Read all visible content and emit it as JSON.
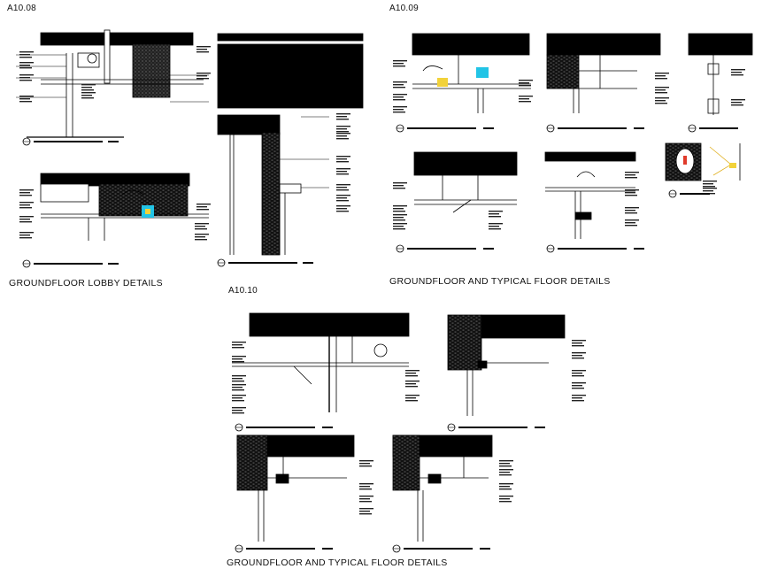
{
  "sheets": [
    {
      "code": "A10.08",
      "title": "GROUNDFLOOR LOBBY DETAILS"
    },
    {
      "code": "A10.09",
      "title": "GROUNDFLOOR AND TYPICAL FLOOR DETAILS"
    },
    {
      "code": "A10.10",
      "title": "GROUNDFLOOR AND TYPICAL FLOOR DETAILS"
    }
  ],
  "colors": {
    "line": "#000000",
    "hatch": "#1a1a1a",
    "accent_cyan": "#22c4e6",
    "accent_yellow": "#f2d23a",
    "accent_red": "#e03a2a"
  }
}
